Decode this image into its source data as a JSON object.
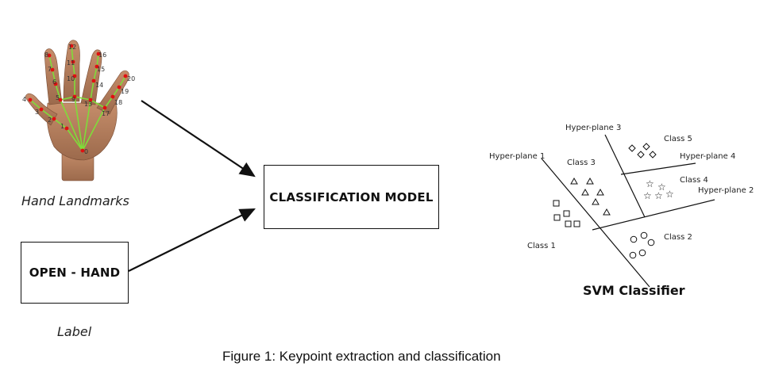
{
  "hand": {
    "caption": "Hand Landmarks",
    "landmark_numbers": [
      "0",
      "1",
      "2",
      "3",
      "4",
      "5",
      "6",
      "7",
      "8",
      "9",
      "10",
      "11",
      "12",
      "13",
      "14",
      "15",
      "16",
      "17",
      "18",
      "19",
      "20"
    ]
  },
  "label_box": {
    "text": "OPEN - HAND",
    "caption": "Label"
  },
  "model_box": {
    "text": "CLASSIFICATION MODEL"
  },
  "svm": {
    "title": "SVM Classifier",
    "hyperplanes": [
      "Hyper-plane 1",
      "Hyper-plane 2",
      "Hyper-plane 3",
      "Hyper-plane 4"
    ],
    "classes": [
      "Class 1",
      "Class 2",
      "Class 3",
      "Class 4",
      "Class 5"
    ],
    "symbols": {
      "class1": "□",
      "class2": "○",
      "class3": "△",
      "class4": "☆",
      "class5": "◇"
    }
  },
  "figure_caption": "Figure 1: Keypoint extraction and classification",
  "colors": {
    "skin": "#b07a5a",
    "skin_dark": "#8a5a40",
    "landmark_dot": "#e01010",
    "landmark_line": "#7fdc3a"
  }
}
